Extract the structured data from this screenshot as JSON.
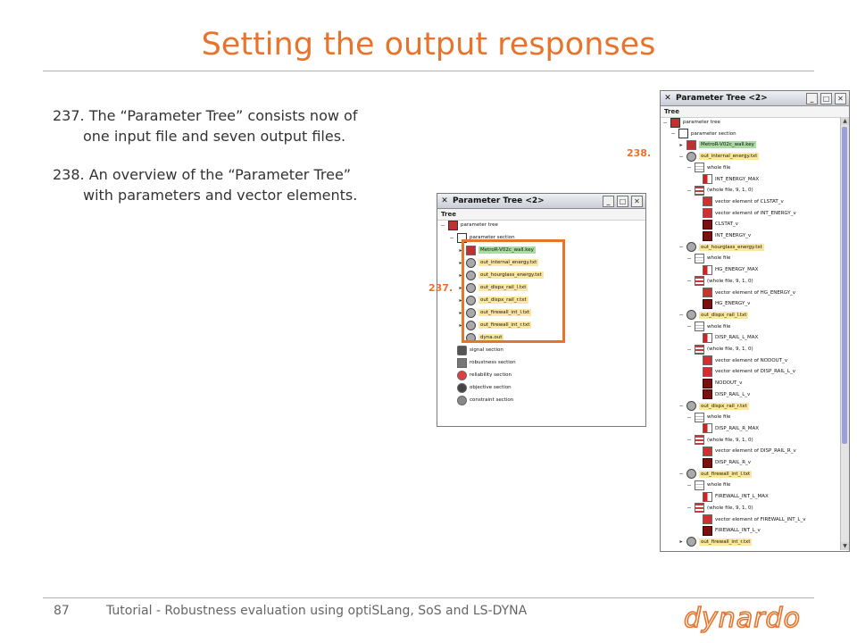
{
  "slide": {
    "title": "Setting the output responses",
    "page_number": "87",
    "footer": "Tutorial - Robustness evaluation using optiSLang, SoS and LS-DYNA",
    "logo": "dynardo"
  },
  "body": {
    "items": [
      "237. The “Parameter Tree” consists now of one input file and seven output files.",
      "238. An overview of the “Parameter Tree” with parameters and vector elements."
    ]
  },
  "callouts": {
    "left": "237.",
    "right": "238."
  },
  "colors": {
    "accent": "#e8742c",
    "file_highlight_green": "#a8dca0",
    "file_highlight_yellow": "#fce7a0",
    "scroll_thumb": "#9aa0de"
  },
  "window_small": {
    "title": "Parameter Tree <2>",
    "subbar": "Tree",
    "rows": [
      {
        "text": "parameter tree",
        "icon": "tree-icon",
        "toggle": "−",
        "hl": ""
      },
      {
        "text": "parameter section",
        "icon": "parameter-section-icon",
        "toggle": "−",
        "hl": ""
      },
      {
        "text": "MetroR-V02c_wall.key",
        "icon": "key-file-icon",
        "toggle": "▸",
        "hl": "green"
      },
      {
        "text": "out_internal_energy.txt",
        "icon": "output-file-icon",
        "toggle": "▸",
        "hl": "yellow"
      },
      {
        "text": "out_hourglass_energy.txt",
        "icon": "output-file-icon",
        "toggle": "▸",
        "hl": "yellow"
      },
      {
        "text": "out_dispx_rail_l.txt",
        "icon": "output-file-icon",
        "toggle": "▸",
        "hl": "yellow"
      },
      {
        "text": "out_dispx_rail_r.txt",
        "icon": "output-file-icon",
        "toggle": "▸",
        "hl": "yellow"
      },
      {
        "text": "out_firewall_int_l.txt",
        "icon": "output-file-icon",
        "toggle": "▸",
        "hl": "yellow"
      },
      {
        "text": "out_firewall_int_r.txt",
        "icon": "output-file-icon",
        "toggle": "▸",
        "hl": "yellow"
      },
      {
        "text": "dyna.out",
        "icon": "dyna-out-icon",
        "toggle": "",
        "hl": "yellow"
      },
      {
        "text": "signal section",
        "icon": "signal-section-icon",
        "toggle": "",
        "hl": ""
      },
      {
        "text": "robustness section",
        "icon": "robustness-section-icon",
        "toggle": "",
        "hl": ""
      },
      {
        "text": "reliability section",
        "icon": "reliability-section-icon",
        "toggle": "",
        "hl": ""
      },
      {
        "text": "objective section",
        "icon": "objective-section-icon",
        "toggle": "",
        "hl": ""
      },
      {
        "text": "constraint section",
        "icon": "constraint-section-icon",
        "toggle": "",
        "hl": ""
      }
    ]
  },
  "window_large": {
    "title": "Parameter Tree <2>",
    "subbar": "Tree",
    "rows": [
      {
        "text": "parameter tree",
        "icon": "tree-icon",
        "toggle": "−",
        "hl": ""
      },
      {
        "text": "parameter section",
        "icon": "parameter-section-icon",
        "toggle": "−",
        "hl": ""
      },
      {
        "text": "MetroR-V02c_wall.key",
        "icon": "key-file-icon",
        "toggle": "▸",
        "hl": "green"
      },
      {
        "text": "out_internal_energy.txt",
        "icon": "output-file-icon",
        "toggle": "−",
        "hl": "yellow"
      },
      {
        "text": "whole file",
        "icon": "whole-file-icon",
        "toggle": "−",
        "hl": ""
      },
      {
        "text": "INT_ENERGY_MAX",
        "icon": "scalar-response-icon",
        "toggle": "",
        "hl": ""
      },
      {
        "text": "(whole file, 9, 1, 0)",
        "icon": "vector-block-icon",
        "toggle": "−",
        "hl": ""
      },
      {
        "text": "vector element of CLSTAT_v",
        "icon": "vector-element-icon",
        "toggle": "",
        "hl": ""
      },
      {
        "text": "vector element of INT_ENERGY_v",
        "icon": "vector-element-icon",
        "toggle": "",
        "hl": ""
      },
      {
        "text": "CLSTAT_v",
        "icon": "vector-icon",
        "toggle": "",
        "hl": ""
      },
      {
        "text": "INT_ENERGY_v",
        "icon": "vector-icon",
        "toggle": "",
        "hl": ""
      },
      {
        "text": "out_hourglass_energy.txt",
        "icon": "output-file-icon",
        "toggle": "−",
        "hl": "yellow"
      },
      {
        "text": "whole file",
        "icon": "whole-file-icon",
        "toggle": "−",
        "hl": ""
      },
      {
        "text": "HG_ENERGY_MAX",
        "icon": "scalar-response-icon",
        "toggle": "",
        "hl": ""
      },
      {
        "text": "(whole file, 9, 1, 0)",
        "icon": "vector-block-icon",
        "toggle": "−",
        "hl": ""
      },
      {
        "text": "vector element of HG_ENERGY_v",
        "icon": "vector-element-icon",
        "toggle": "",
        "hl": ""
      },
      {
        "text": "HG_ENERGY_v",
        "icon": "vector-icon",
        "toggle": "",
        "hl": ""
      },
      {
        "text": "out_dispx_rail_l.txt",
        "icon": "output-file-icon",
        "toggle": "−",
        "hl": "yellow"
      },
      {
        "text": "whole file",
        "icon": "whole-file-icon",
        "toggle": "−",
        "hl": ""
      },
      {
        "text": "DISP_RAIL_L_MAX",
        "icon": "scalar-response-icon",
        "toggle": "",
        "hl": ""
      },
      {
        "text": "(whole file, 9, 1, 0)",
        "icon": "vector-block-icon",
        "toggle": "−",
        "hl": ""
      },
      {
        "text": "vector element of NODOUT_v",
        "icon": "vector-element-icon",
        "toggle": "",
        "hl": ""
      },
      {
        "text": "vector element of DISP_RAIL_L_v",
        "icon": "vector-element-icon",
        "toggle": "",
        "hl": ""
      },
      {
        "text": "NODOUT_v",
        "icon": "vector-icon",
        "toggle": "",
        "hl": ""
      },
      {
        "text": "DISP_RAIL_L_v",
        "icon": "vector-icon",
        "toggle": "",
        "hl": ""
      },
      {
        "text": "out_dispx_rail_r.txt",
        "icon": "output-file-icon",
        "toggle": "−",
        "hl": "yellow"
      },
      {
        "text": "whole file",
        "icon": "whole-file-icon",
        "toggle": "−",
        "hl": ""
      },
      {
        "text": "DISP_RAIL_R_MAX",
        "icon": "scalar-response-icon",
        "toggle": "",
        "hl": ""
      },
      {
        "text": "(whole file, 9, 1, 0)",
        "icon": "vector-block-icon",
        "toggle": "−",
        "hl": ""
      },
      {
        "text": "vector element of DISP_RAIL_R_v",
        "icon": "vector-element-icon",
        "toggle": "",
        "hl": ""
      },
      {
        "text": "DISP_RAIL_R_v",
        "icon": "vector-icon",
        "toggle": "",
        "hl": ""
      },
      {
        "text": "out_firewall_int_l.txt",
        "icon": "output-file-icon",
        "toggle": "−",
        "hl": "yellow"
      },
      {
        "text": "whole file",
        "icon": "whole-file-icon",
        "toggle": "−",
        "hl": ""
      },
      {
        "text": "FIREWALL_INT_L_MAX",
        "icon": "scalar-response-icon",
        "toggle": "",
        "hl": ""
      },
      {
        "text": "(whole file, 9, 1, 0)",
        "icon": "vector-block-icon",
        "toggle": "−",
        "hl": ""
      },
      {
        "text": "vector element of FIREWALL_INT_L_v",
        "icon": "vector-element-icon",
        "toggle": "",
        "hl": ""
      },
      {
        "text": "FIREWALL_INT_L_v",
        "icon": "vector-icon",
        "toggle": "",
        "hl": ""
      },
      {
        "text": "out_firewall_int_r.txt",
        "icon": "output-file-icon",
        "toggle": "▸",
        "hl": "yellow"
      }
    ]
  }
}
